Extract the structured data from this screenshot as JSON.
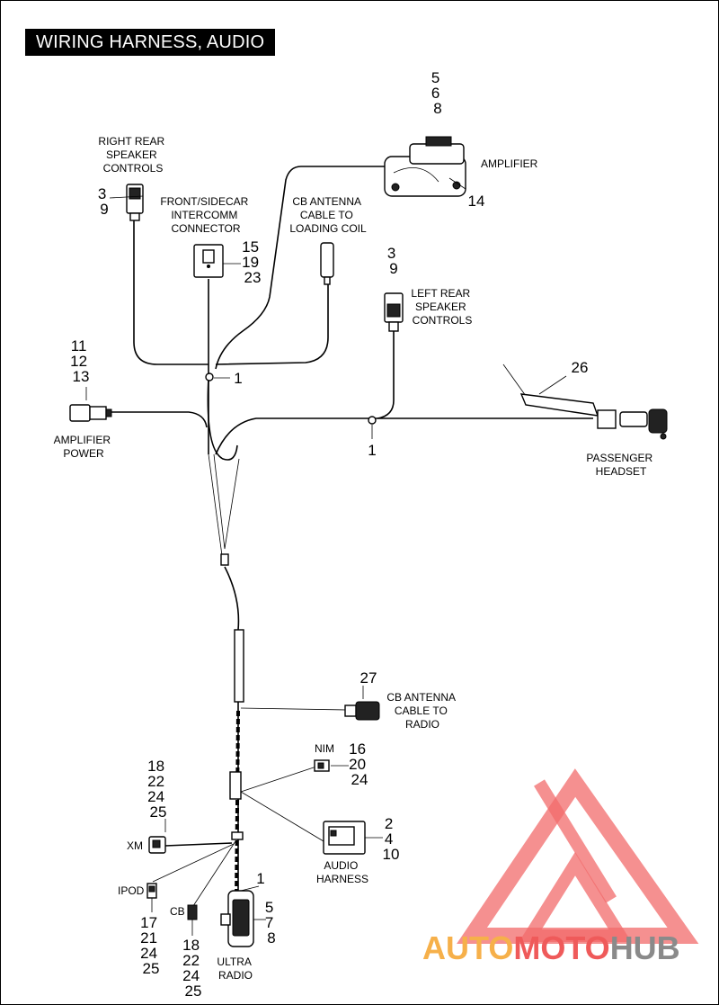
{
  "title": "WIRING HARNESS, AUDIO",
  "labels": {
    "right_rear_speaker": [
      "RIGHT REAR",
      "SPEAKER",
      "CONTROLS"
    ],
    "intercomm": [
      "FRONT/SIDECAR",
      "INTERCOMM",
      "CONNECTOR"
    ],
    "cb_antenna_coil": [
      "CB ANTENNA",
      "CABLE TO",
      "LOADING COIL"
    ],
    "amplifier": "AMPLIFIER",
    "left_rear_speaker": [
      "LEFT REAR",
      "SPEAKER",
      "CONTROLS"
    ],
    "amplifier_power": [
      "AMPLIFIER",
      "POWER"
    ],
    "passenger_headset": [
      "PASSENGER",
      "HEADSET"
    ],
    "cb_antenna_radio": [
      "CB ANTENNA",
      "CABLE TO",
      "RADIO"
    ],
    "nim": "NIM",
    "audio_harness": [
      "AUDIO",
      "HARNESS"
    ],
    "xm": "XM",
    "ipod": "IPOD",
    "cb": "CB",
    "ultra_radio": [
      "ULTRA",
      "RADIO"
    ]
  },
  "callouts": {
    "amplifier": [
      "5",
      "6",
      "8"
    ],
    "amplifier_bracket": "14",
    "right_rear_speaker": [
      "3",
      "9"
    ],
    "intercomm": [
      "15",
      "19",
      "23"
    ],
    "left_rear_speaker": [
      "3",
      "9"
    ],
    "clip_upper": "1",
    "clip_right": "1",
    "amplifier_power": [
      "11",
      "12",
      "13"
    ],
    "headset_cable": "26",
    "cb_antenna_radio": "27",
    "nim": [
      "16",
      "20",
      "24"
    ],
    "audio_harness": [
      "2",
      "4",
      "10"
    ],
    "xm": [
      "18",
      "22",
      "24",
      "25"
    ],
    "ipod": [
      "17",
      "21",
      "24",
      "25"
    ],
    "cb": [
      "18",
      "22",
      "24",
      "25"
    ],
    "ultra_radio_top": "1",
    "ultra_radio_side": [
      "5",
      "7",
      "8"
    ]
  },
  "watermark": {
    "word_part1": "AUTO",
    "word_part2": "MOTO",
    "word_part3": "HUB",
    "colors": {
      "orange": "#f6b04a",
      "red": "#ef5a5a",
      "gray": "#8a8a8a"
    }
  },
  "icons": [
    "connector-icon",
    "amplifier-icon",
    "clip-icon",
    "triangle-logo-icon"
  ]
}
